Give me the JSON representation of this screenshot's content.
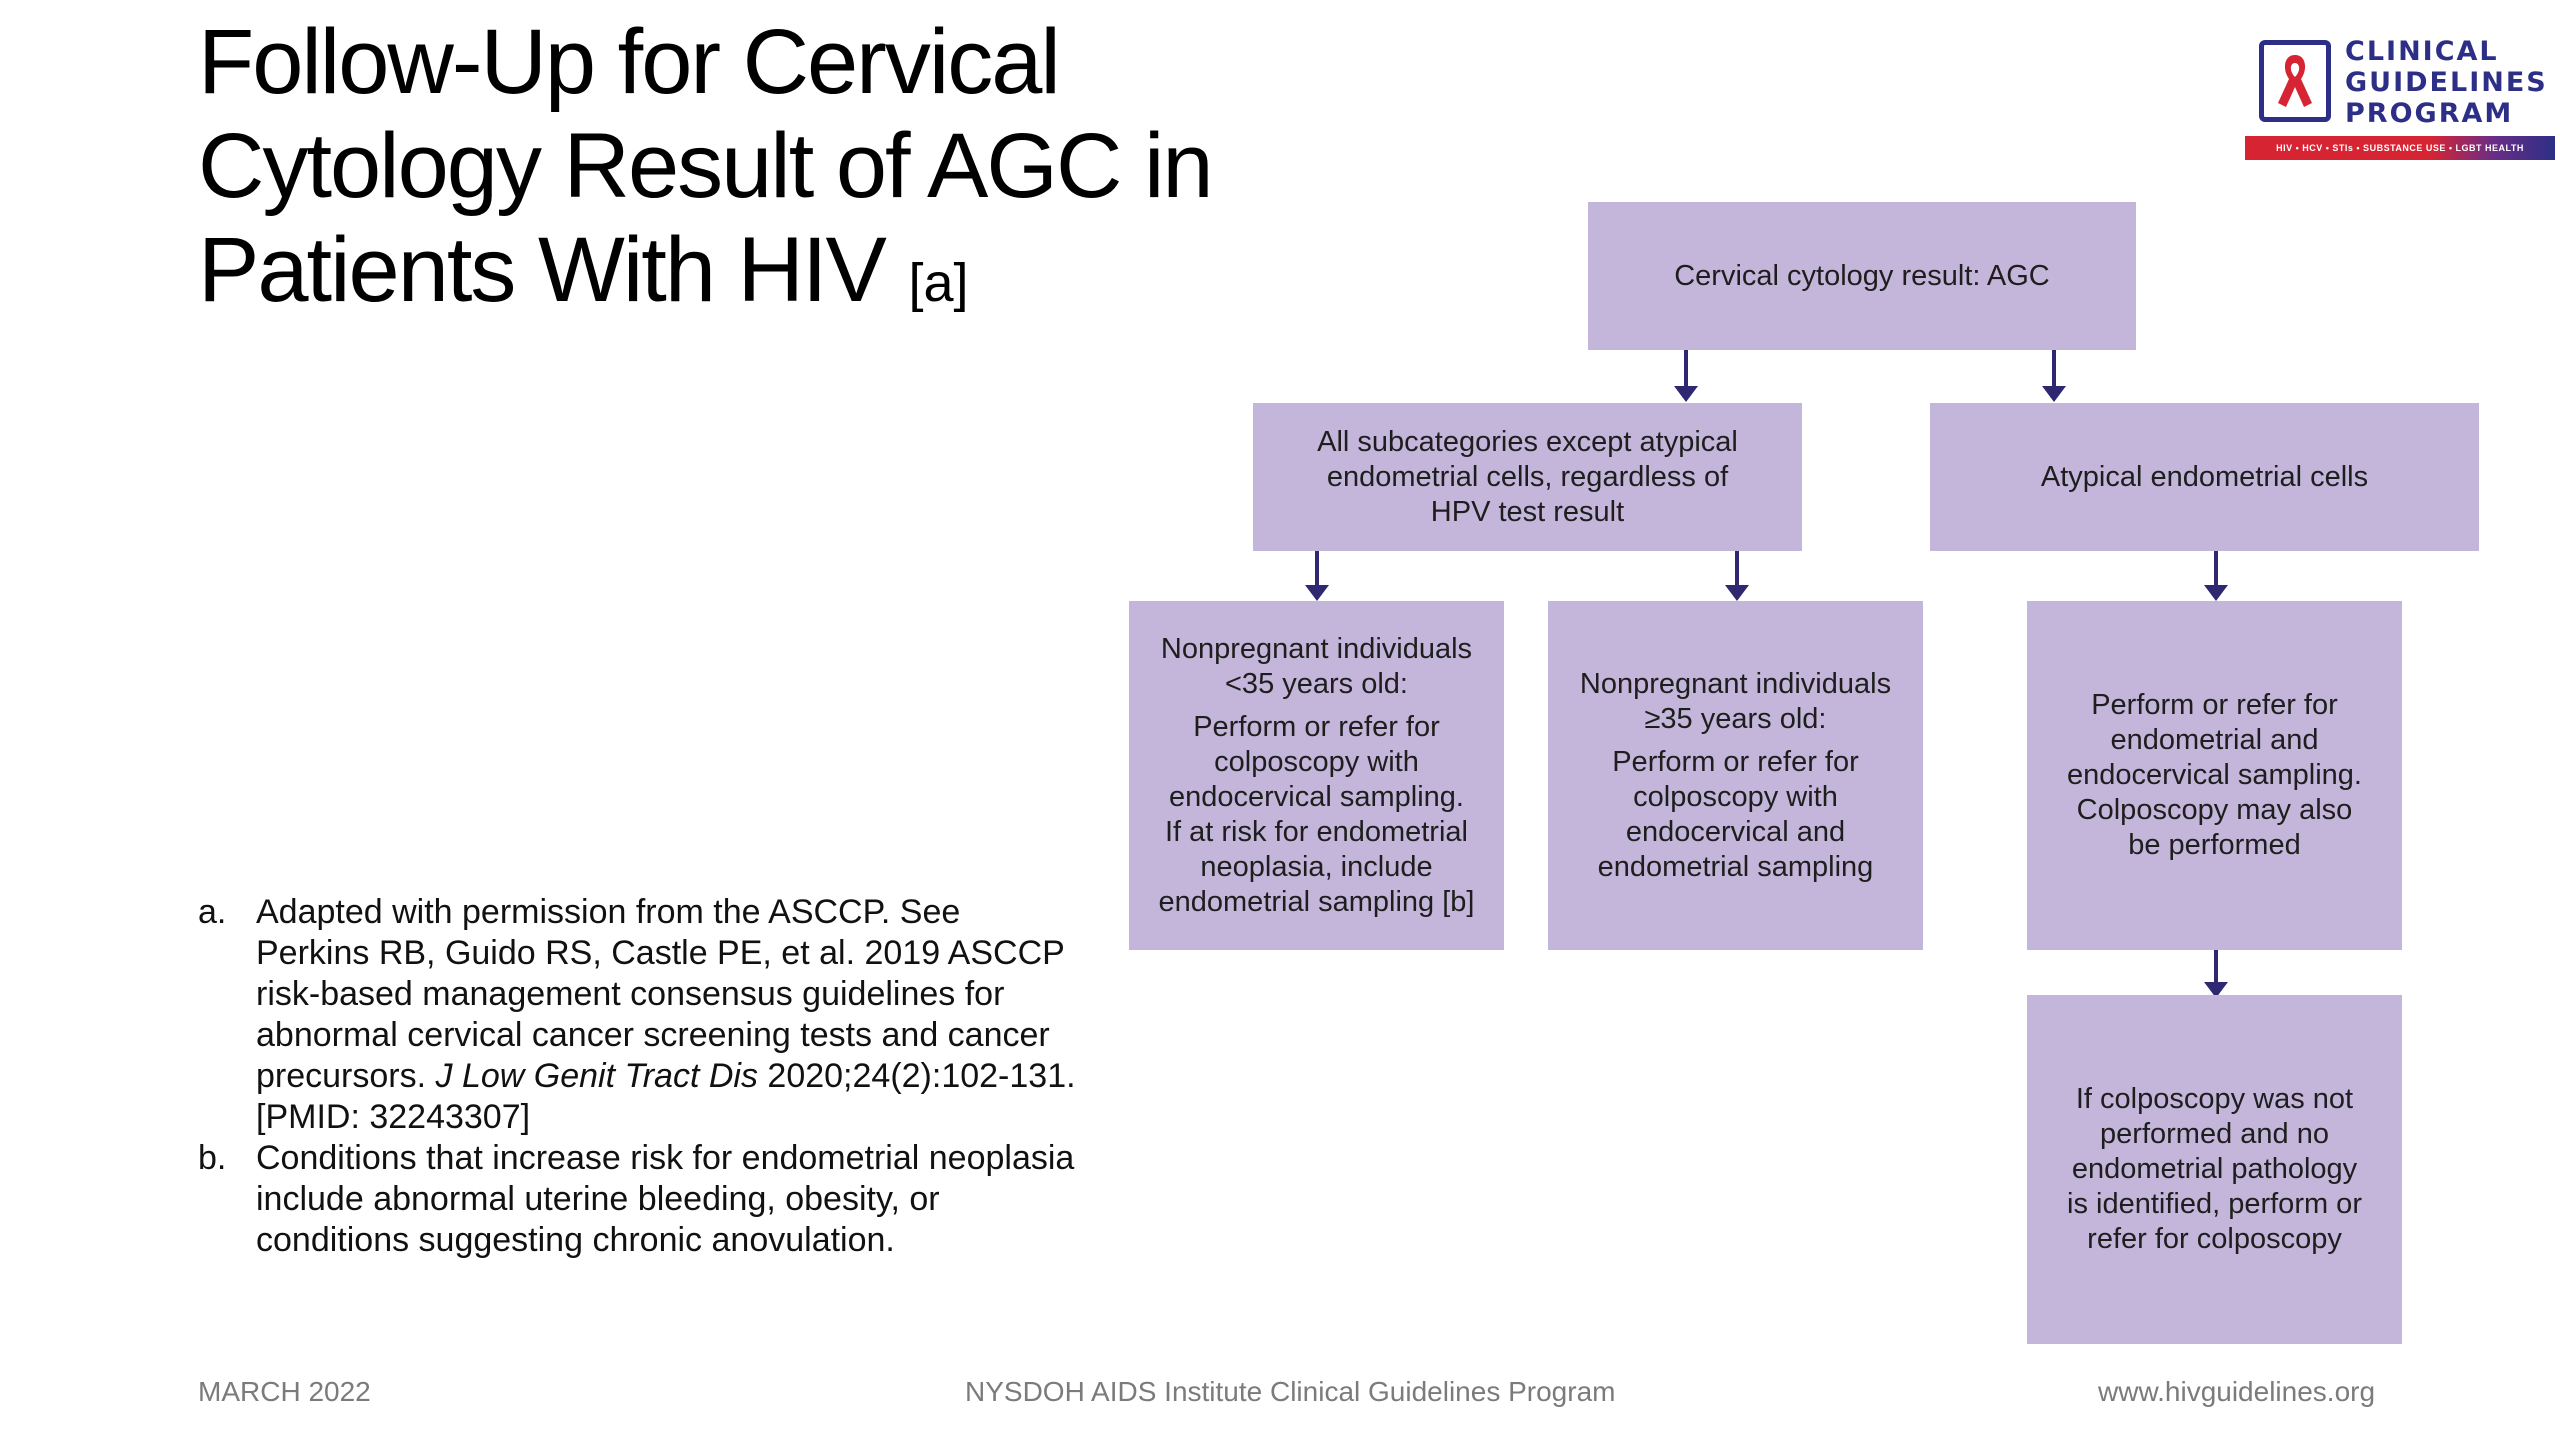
{
  "title": {
    "main": "Follow-Up for Cervical Cytology Result of AGC in Patients With HIV",
    "ref": "[a]"
  },
  "logo": {
    "line1": "CLINICAL",
    "line2": "GUIDELINES",
    "line3": "PROGRAM",
    "tagline": "HIV • HCV • STIs • SUBSTANCE USE • LGBT HEALTH",
    "colors": {
      "navy": "#2d2f86",
      "red": "#d62433"
    }
  },
  "flow": {
    "root": "Cervical cytology result: AGC",
    "branch_left": "All subcategories except atypical\nendometrial cells, regardless of\nHPV test result",
    "branch_right": "Atypical endometrial cells",
    "leaf_lt35": {
      "head": "Nonpregnant individuals\n<35 years old:",
      "body": "Perform or refer for\ncolposcopy with\nendocervical sampling.\nIf at risk for endometrial\nneoplasia, include\nendometrial sampling [b]"
    },
    "leaf_ge35": {
      "head": "Nonpregnant individuals\n≥35 years old:",
      "body": "Perform or refer for\ncolposcopy with\nendocervical and\nendometrial sampling"
    },
    "leaf_endometrial": "Perform or refer for\nendometrial and\nendocervical sampling.\nColposcopy may also\nbe performed",
    "leaf_final": "If colposcopy was not\nperformed and no\nendometrial pathology\nis identified, perform or\nrefer for colposcopy",
    "colors": {
      "box": "#c3b6da",
      "arrow": "#2f2770"
    }
  },
  "footnotes": {
    "a_mark": "a.",
    "a_text_1": "Adapted with permission from the ASCCP. See Perkins RB, Guido RS, Castle PE, et al. 2019 ASCCP risk-based management consensus guidelines for abnormal cervical cancer screening tests and cancer precursors.",
    "a_journal": "J Low Genit Tract Dis",
    "a_text_2": "2020;24(2):102-131. [PMID: 32243307]",
    "b_mark": "b.",
    "b_text": "Conditions that increase risk for endometrial neoplasia include abnormal uterine bleeding, obesity, or conditions suggesting chronic anovulation."
  },
  "footer": {
    "date": "MARCH 2022",
    "program": "NYSDOH AIDS Institute Clinical Guidelines Program",
    "url": "www.hivguidelines.org"
  }
}
